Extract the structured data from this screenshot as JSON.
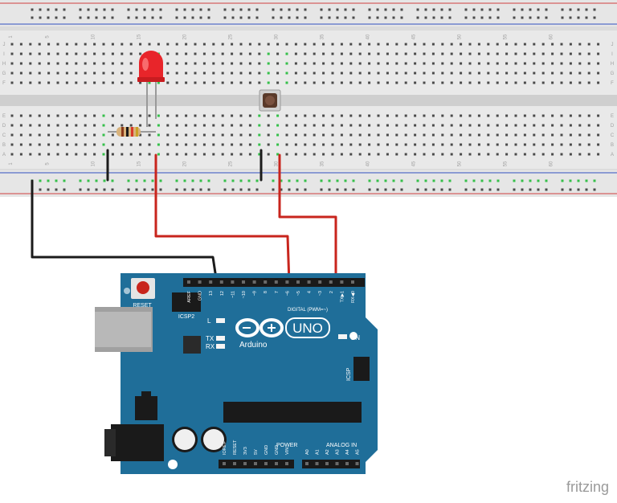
{
  "breadboard": {
    "column_numbers": [
      "1",
      "5",
      "10",
      "15",
      "20",
      "25",
      "30",
      "35",
      "40",
      "45",
      "50",
      "55",
      "60"
    ],
    "top_row_letters": [
      "J",
      "I",
      "H",
      "G",
      "F"
    ],
    "bottom_row_letters": [
      "E",
      "D",
      "C",
      "B",
      "A"
    ]
  },
  "arduino": {
    "reset_label": "RESET",
    "icsp2_label": "ICSP2",
    "icsp_label": "ICSP",
    "led_l": "L",
    "led_tx": "TX",
    "led_rx": "RX",
    "led_on": "ON",
    "logo_text": "Arduino",
    "model": "UNO",
    "digital_label": "DIGITAL (PWM=~)",
    "power_label": "POWER",
    "analog_label": "ANALOG IN",
    "digital_pins": [
      "AREF",
      "GND",
      "13",
      "12",
      "~11",
      "~10",
      "~9",
      "8",
      "7",
      "~6",
      "~5",
      "4",
      "~3",
      "2",
      "TX▶1",
      "RX◀0"
    ],
    "power_pins": [
      "IOREF",
      "RESET",
      "3V3",
      "5V",
      "GND",
      "GND",
      "VIN"
    ],
    "analog_pins": [
      "A0",
      "A1",
      "A2",
      "A3",
      "A4",
      "A5"
    ]
  },
  "watermark": "fritzing",
  "colors": {
    "board": "#1f6e99",
    "wire_red": "#c8251d",
    "wire_black": "#1b1b1b",
    "connected_hole": "#35c04a",
    "led": "#e8252a"
  }
}
